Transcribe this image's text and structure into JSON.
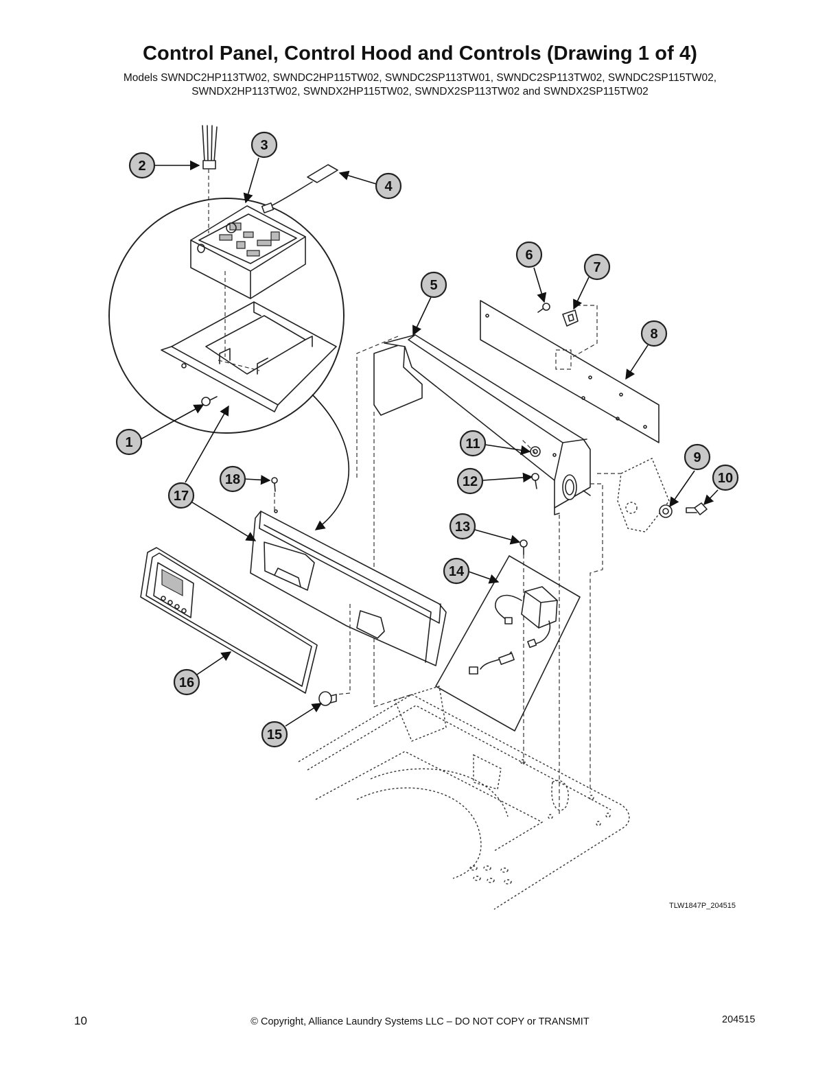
{
  "header": {
    "title": "Control Panel, Control Hood and Controls (Drawing 1 of 4)",
    "models_line1": "Models SWNDC2HP113TW02, SWNDC2HP115TW02, SWNDC2SP113TW01, SWNDC2SP113TW02, SWNDC2SP115TW02,",
    "models_line2": "SWNDX2HP113TW02, SWNDX2HP115TW02, SWNDX2SP113TW02 and SWNDX2SP115TW02"
  },
  "diagram": {
    "callouts": [
      "1",
      "2",
      "3",
      "4",
      "5",
      "6",
      "7",
      "8",
      "9",
      "10",
      "11",
      "12",
      "13",
      "14",
      "15",
      "16",
      "17",
      "18"
    ],
    "drawing_id": "TLW1847P_204515"
  },
  "footer": {
    "page_number": "10",
    "copyright": "© Copyright, Alliance Laundry Systems LLC – DO NOT COPY or TRANSMIT",
    "doc_number": "204515"
  }
}
